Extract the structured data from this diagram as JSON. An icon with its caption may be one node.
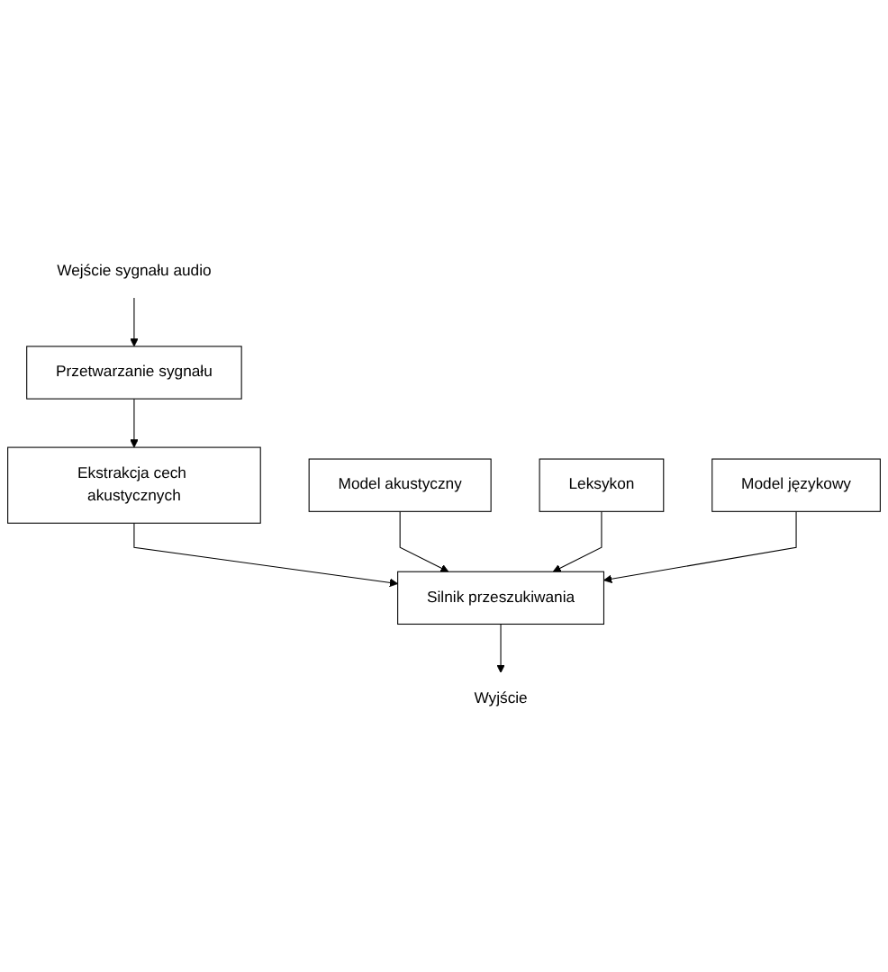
{
  "diagram": {
    "nodes": [
      {
        "text": [
          "Wejście sygnału audio"
        ]
      },
      {
        "text": [
          "Przetwarzanie sygnału"
        ]
      },
      {
        "text": [
          "Ekstrakcja cech akustycznych"
        ]
      },
      {
        "text": [
          "Silnik przeszukiwania"
        ]
      },
      {
        "text": [
          "Model akustyczny"
        ]
      },
      {
        "text": [
          "Leksykon"
        ]
      },
      {
        "text": [
          "Model językowy"
        ]
      },
      {
        "text": [
          "Wyjście"
        ]
      }
    ],
    "edges": [
      {
        "from": 0,
        "to": 1,
        "arrow": "to"
      },
      {
        "from": 1,
        "to": 2,
        "arrow": "to"
      },
      {
        "from": 2,
        "to": 3,
        "arrow": "to"
      },
      {
        "from": 4,
        "to": 3,
        "arrow": "to"
      },
      {
        "from": 5,
        "to": 3,
        "arrow": "to"
      },
      {
        "from": 6,
        "to": 3,
        "arrow": "to"
      },
      {
        "from": 3,
        "to": 7,
        "arrow": "to"
      }
    ]
  }
}
